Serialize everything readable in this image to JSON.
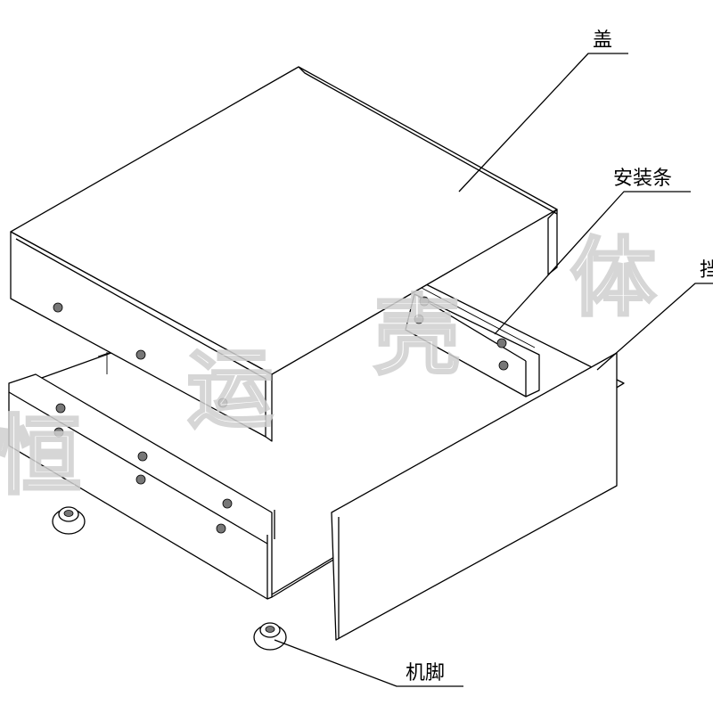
{
  "labels": {
    "lid": "盖",
    "mounting_strip": "安装条",
    "panel": "挡",
    "feet": "机脚"
  },
  "watermark": [
    "恒",
    "运",
    "壳",
    "体"
  ],
  "colors": {
    "line": "#000000",
    "hole": "#777777",
    "watermark_outline": "#cfcfcf"
  }
}
